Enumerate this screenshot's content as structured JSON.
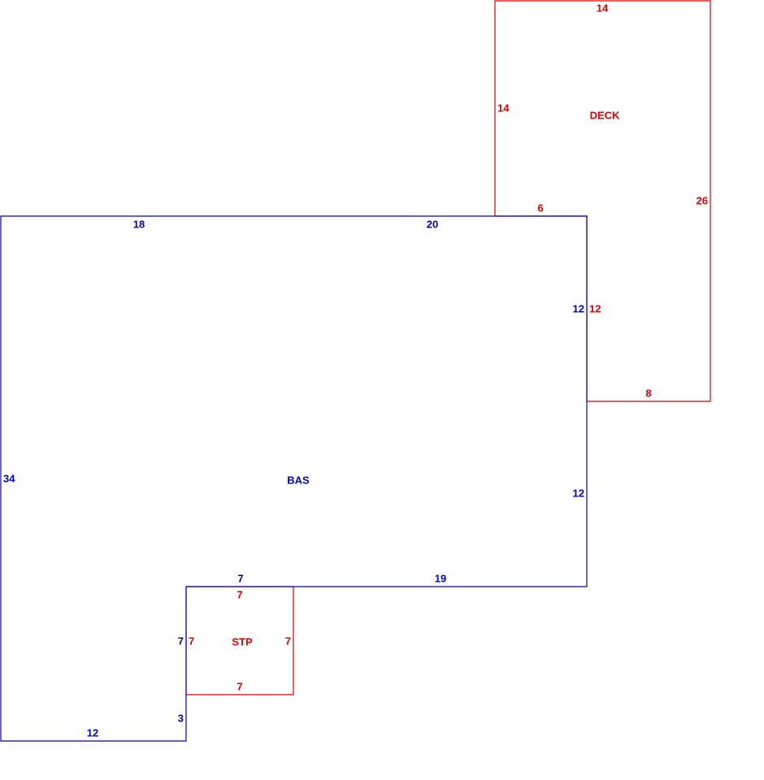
{
  "colors": {
    "living_area": "#0000cc",
    "addition": "#dd0000",
    "background": "#ffffff"
  },
  "areas": {
    "bas": {
      "label": "BAS"
    },
    "deck": {
      "label": "DECK"
    },
    "stp": {
      "label": "STP"
    }
  },
  "dimensions": {
    "bas": {
      "top_left": "18",
      "top_right": "20",
      "right_upper": "12",
      "right_lower": "12",
      "bottom_right": "19",
      "notch_top": "7",
      "notch_left": "7",
      "notch_lower_left": "3",
      "bottom_left": "12",
      "left": "34"
    },
    "deck": {
      "top": "14",
      "left": "14",
      "right": "26",
      "bottom": "8",
      "inner_top": "6",
      "inner_right": "12"
    },
    "stp": {
      "top": "7",
      "left": "7",
      "right": "7",
      "bottom": "7"
    }
  }
}
